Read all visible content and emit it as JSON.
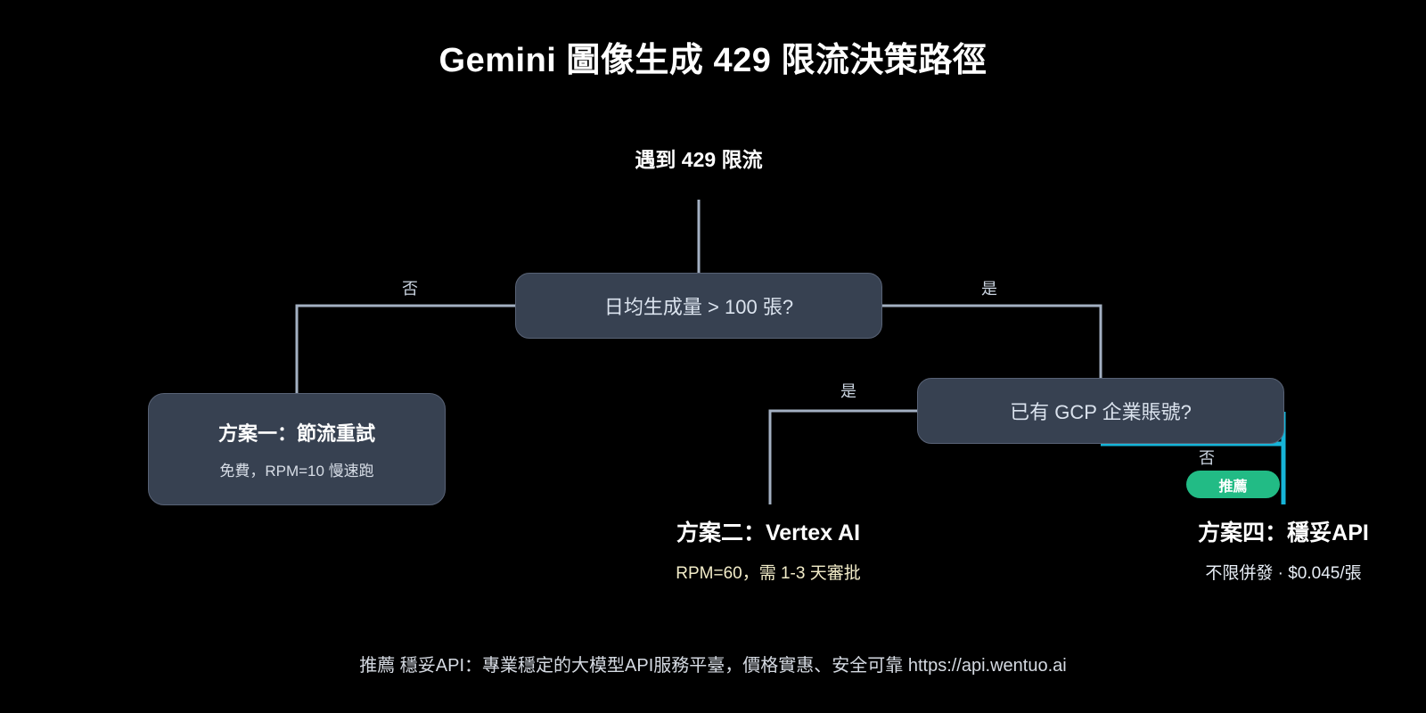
{
  "title": "Gemini 圖像生成 429 限流決策路徑",
  "root": {
    "label": "遇到 429 限流"
  },
  "decisions": [
    {
      "id": "decision-1",
      "label": "日均生成量 > 100 張?"
    },
    {
      "id": "decision-2",
      "label": "已有 GCP 企業賬號?"
    }
  ],
  "edge_labels": {
    "no_1": "否",
    "yes_1": "是",
    "yes_2": "是",
    "no_2": "否"
  },
  "leaves": {
    "throttle": {
      "title": "方案一：節流重試",
      "subtitle": "免費，RPM=10 慢速跑"
    },
    "vertex": {
      "title": "方案二：Vertex AI",
      "subtitle": "RPM=60，需 1-3 天審批"
    },
    "wentuo": {
      "title": "方案四：穩妥API",
      "subtitle": "不限併發 · $0.045/張"
    }
  },
  "badge": {
    "label": "推薦"
  },
  "footer": {
    "text": "推薦 穩妥API：專業穩定的大模型API服務平臺，價格實惠、安全可靠 https://api.wentuo.ai"
  },
  "colors": {
    "background": "#000000",
    "node_fill": "#374151",
    "node_border": "#586275",
    "connector": "#a3b0c2",
    "highlight_connector": "#16b4d8",
    "badge_green": "#22bb85",
    "accent_text_yellow": "#f2ecc8",
    "title_text": "#ffffff"
  }
}
